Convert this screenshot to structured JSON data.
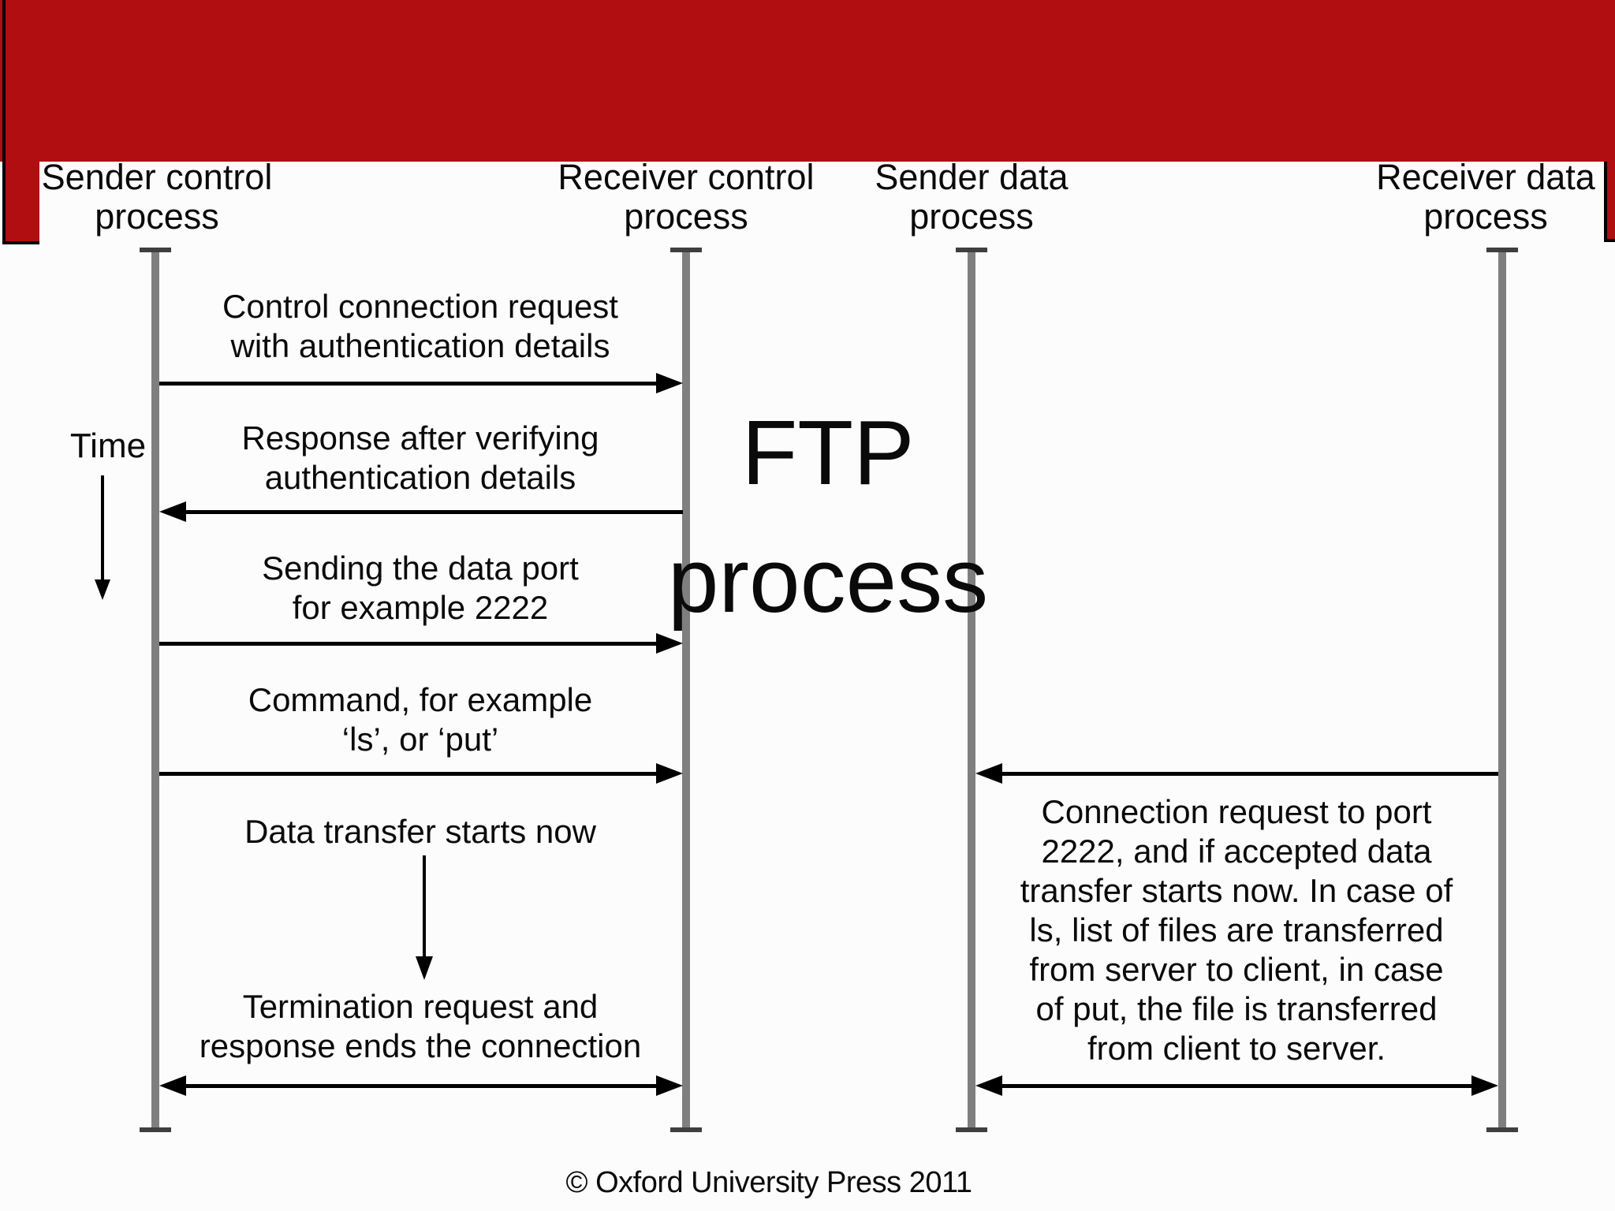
{
  "colors": {
    "banner_red": "#B10E12",
    "lifeline_gray": "#7F7F7F",
    "lifeline_cap_gray": "#3F3F3F",
    "text": "#0A0A0A",
    "arrow": "#000000"
  },
  "big_label": {
    "line1": "FTP",
    "line2": "process"
  },
  "time_label": "Time",
  "columns": [
    {
      "line1": "Sender control",
      "line2": "process"
    },
    {
      "line1": "Receiver control",
      "line2": "process"
    },
    {
      "line1": "Sender data",
      "line2": "process"
    },
    {
      "line1": "Receiver data",
      "line2": "process"
    }
  ],
  "control_messages": [
    {
      "line1": "Control connection request",
      "line2": "with authentication details",
      "direction": "right"
    },
    {
      "line1": "Response after verifying",
      "line2": "authentication details",
      "direction": "left"
    },
    {
      "line1": "Sending the data port",
      "line2": "for example 2222",
      "direction": "right"
    },
    {
      "line1": "Command, for example",
      "line2": "‘ls’, or ‘put’",
      "direction": "right"
    },
    {
      "line1": "Data transfer starts now",
      "direction": "down"
    },
    {
      "line1": "Termination request and",
      "line2": "response ends the connection",
      "direction": "both"
    }
  ],
  "data_messages": {
    "request_arrow_direction": "left",
    "note_lines": [
      "Connection request to port",
      "2222, and if accepted data",
      "transfer starts now. In case of",
      "ls, list of files are transferred",
      "from server to client, in case",
      "of put, the file is transferred",
      "from client to server."
    ],
    "transfer_arrow_direction": "both"
  },
  "footer": {
    "copyright": "© Oxford University Press 2011"
  }
}
